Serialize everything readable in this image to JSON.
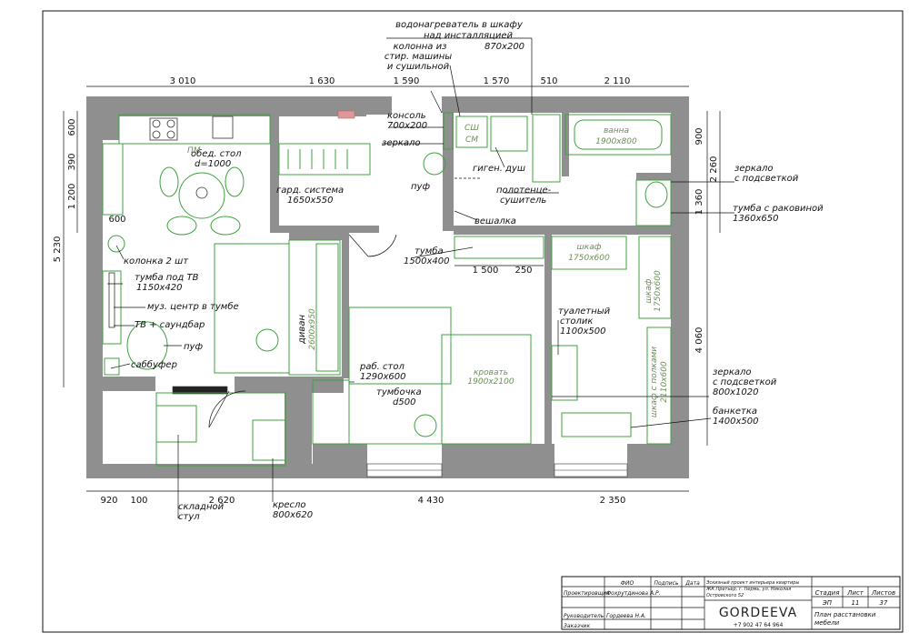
{
  "plan": {
    "dims_top": [
      "3 010",
      "1 630",
      "1 590",
      "1 570",
      "510",
      "2 110"
    ],
    "dims_bottom": [
      "920",
      "100",
      "2 620",
      "4 430",
      "2 350"
    ],
    "dims_left": [
      "600",
      "390",
      "1 200",
      "5 230"
    ],
    "dims_right": [
      "900",
      "2 260",
      "1 360",
      "4 060"
    ],
    "dims_inner": [
      "600",
      "1 500",
      "250"
    ],
    "callouts": {
      "water_heater": [
        "водонагреватель в шкафу",
        "над инсталляцией",
        "870x200"
      ],
      "column": [
        "колонна из",
        "стир. машины",
        "и сушильной"
      ],
      "console": [
        "консоль",
        "700x200"
      ],
      "mirror_hall": "зеркало",
      "pouf_hall": "пуф",
      "hygienic_shower": "гиген. душ",
      "towel_dryer": [
        "полотенце-",
        "сушитель"
      ],
      "hanger": "вешалка",
      "dining_table": [
        "обед. стол",
        "d=1000"
      ],
      "wardrobe_system": [
        "гард. система",
        "1650x550"
      ],
      "speakers": "колонка 2 шт",
      "tv_stand": [
        "тумба под ТВ",
        "1150x420"
      ],
      "music_center": "муз. центр в тумбе",
      "tv_soundbar": "ТВ + саундбар",
      "pouf_living": "пуф",
      "subwoofer": "саббуфер",
      "nightstand_hall": [
        "тумба",
        "1500x400"
      ],
      "desk": [
        "раб. стол",
        "1290x600"
      ],
      "nightstand": [
        "тумбочка",
        "d500"
      ],
      "bed": [
        "кровать",
        "1900x2100"
      ],
      "sofa": [
        "диван",
        "2600x950"
      ],
      "bath": [
        "ванна",
        "1900x800"
      ],
      "mirror_bath": [
        "зеркало",
        "с подсветкой"
      ],
      "sink_stand": [
        "тумба с раковиной",
        "1360x650"
      ],
      "wardrobe_a": [
        "шкаф",
        "1750x600"
      ],
      "wardrobe_b": [
        "шкаф",
        "1750x600"
      ],
      "vanity": [
        "туалетный",
        "столик",
        "1100x500"
      ],
      "shelf_cabinet": [
        "шкаф с полками",
        "2110x600"
      ],
      "mirror_bed": [
        "зеркало",
        "с подсветкой",
        "800x1020"
      ],
      "bench": [
        "банкетка",
        "1400x500"
      ],
      "folding_chair": [
        "складной",
        "стул"
      ],
      "armchair": [
        "кресло",
        "800x620"
      ],
      "washer": [
        "СШ",
        "СМ"
      ],
      "hob_mark": "ПМ"
    }
  },
  "title_block": {
    "col_fio": "ФИО",
    "col_sign": "Подпись",
    "col_date": "Дата",
    "row_designer_role": "Проектировщик",
    "row_designer_name": "Фохрутдинова А.Р.",
    "row_lead_role": "Руководитель",
    "row_lead_name": "Гордеева Н.А.",
    "row_client_role": "Заказчик",
    "project_desc": [
      "Эскизный проект интерьера квартиры",
      "ЖК Претьер, г. Пермь, ул. Николая",
      "Островского 52"
    ],
    "brand": "GORDEEVA",
    "phone": "+7 902 47 64 964",
    "stage_label": "Стадия",
    "sheet_label": "Лист",
    "sheets_label": "Листов",
    "stage": "ЭП",
    "sheet": "11",
    "sheets": "37",
    "sheet_title": [
      "План расстановки",
      "мебели"
    ]
  }
}
